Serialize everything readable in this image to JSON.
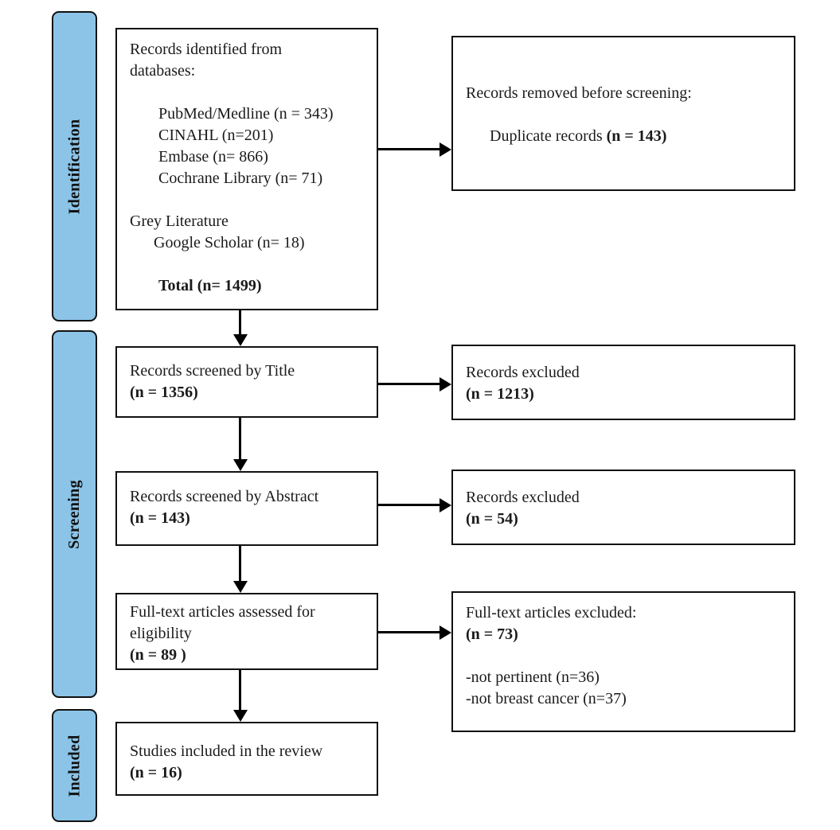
{
  "colors": {
    "stage_fill": "#8CC4E8",
    "line_color": "#000000",
    "background": "#ffffff"
  },
  "stages": {
    "identification": "Identification",
    "screening": "Screening",
    "included": "Included"
  },
  "boxes": {
    "identified": {
      "heading_line1": "Records identified from",
      "heading_line2": "databases:",
      "databases": [
        "PubMed/Medline (n = 343)",
        "CINAHL (n=201)",
        "Embase (n= 866)",
        "Cochrane Library (n= 71)"
      ],
      "grey_label": "Grey Literature",
      "grey_source": "Google Scholar (n= 18)",
      "total": "Total (n= 1499)"
    },
    "removed": {
      "heading": "Records removed before screening:",
      "reason_text": "Duplicate records",
      "reason_count": "(n = 143)"
    },
    "screened_title": {
      "text": "Records screened by Title",
      "count": "(n = 1356)"
    },
    "excluded_title": {
      "text": "Records excluded",
      "count": "(n = 1213)"
    },
    "screened_abstract": {
      "text": "Records screened by Abstract",
      "count": "(n = 143)"
    },
    "excluded_abstract": {
      "text": "Records excluded",
      "count": "(n = 54)"
    },
    "fulltext_assessed": {
      "line1": "Full-text articles assessed for",
      "line2": "eligibility",
      "count": "(n = 89 )"
    },
    "fulltext_excluded": {
      "heading": "Full-text articles excluded:",
      "count": "(n = 73)",
      "reasons": [
        "-not pertinent (n=36)",
        "-not breast cancer (n=37)"
      ]
    },
    "included_studies": {
      "text": "Studies included in the review",
      "count": "(n = 16)"
    }
  }
}
